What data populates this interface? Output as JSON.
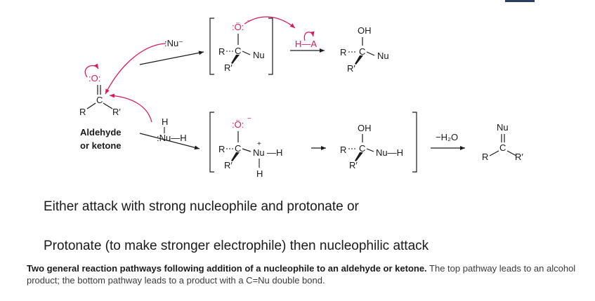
{
  "scheme": {
    "start": {
      "carbonyl_O": ":O:",
      "carbon": "C",
      "R_left": "R",
      "R_right": "R′",
      "label_line1": "Aldehyde",
      "label_line2": "or ketone"
    },
    "reagents": {
      "anionic_nu": ":Nu⁻",
      "neutral_nu_H": "H",
      "neutral_nu": ":Nu—H"
    },
    "top": {
      "intermediate": {
        "O": ":Ö:",
        "charge": "−",
        "C": "C",
        "R": "R",
        "Nu": "Nu",
        "R2": "R′"
      },
      "acid": "H—A",
      "product": {
        "OH": "OH",
        "C": "C",
        "R": "R",
        "Nu": "Nu",
        "R2": "R′"
      }
    },
    "bottom": {
      "intermediate": {
        "O": ":Ö:",
        "charge": "−",
        "C": "C",
        "R": "R",
        "Nu": "Nu",
        "plus": "+",
        "NuH": "—H",
        "H": "H",
        "R2": "R′"
      },
      "middle": {
        "OH": "OH",
        "C": "C",
        "R": "R",
        "NuH": "Nu—H",
        "R2": "R′"
      },
      "loss": "−H₂O",
      "product": {
        "Nu": "Nu",
        "C": "C",
        "R": "R",
        "R2": "R′"
      }
    }
  },
  "notes": {
    "line1": "Either attack with strong nucleophile and protonate or",
    "line2": "Protonate (to make stronger electrophile) then nucleophilic attack"
  },
  "caption": {
    "bold": "Two general reaction pathways following addition of a nucleophile to an aldehyde or ketone.",
    "rest": " The top pathway leads to an alcohol product; the bottom pathway leads to a product with a C=Nu double bond."
  },
  "colors": {
    "accent": "#d81b60",
    "ink": "#1a1a1a",
    "caption": "#3a3a3a"
  }
}
